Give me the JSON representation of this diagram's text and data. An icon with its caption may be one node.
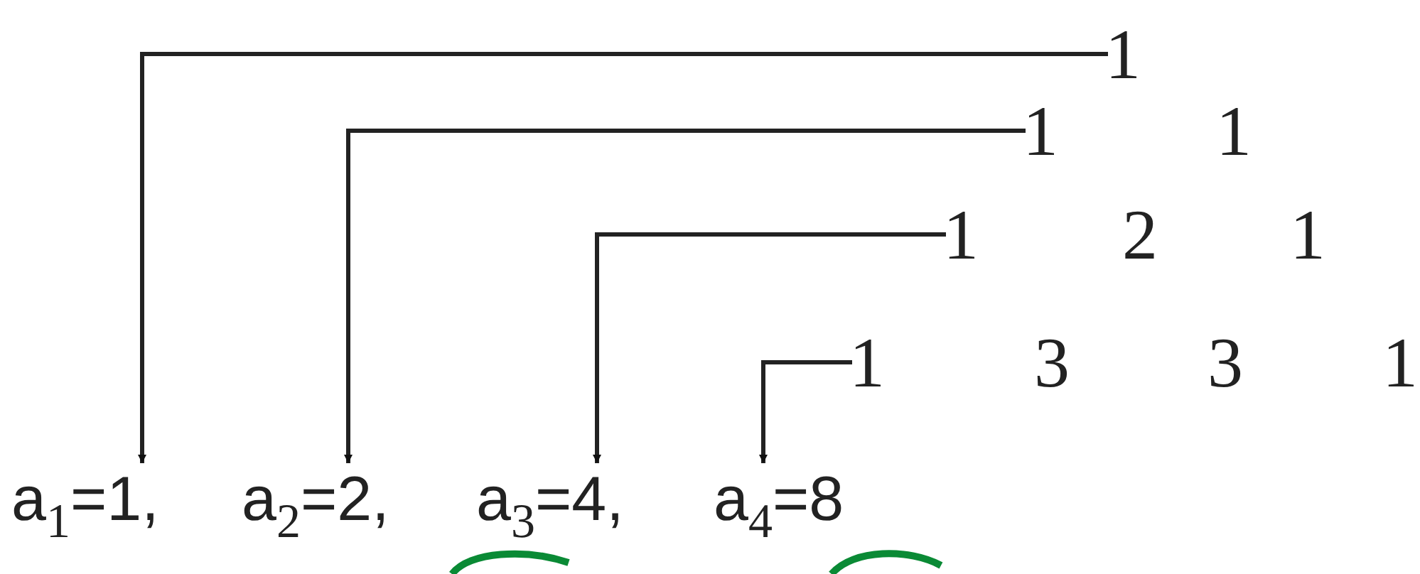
{
  "diagram": {
    "nodes": [
      {
        "text": [
          "1"
        ]
      },
      {
        "text": [
          "1"
        ]
      },
      {
        "text": [
          "1"
        ]
      },
      {
        "text": [
          "1"
        ]
      },
      {
        "text": [
          "a$_{1}$=1,"
        ]
      },
      {
        "text": [
          "a$_{2}$=2,"
        ]
      },
      {
        "text": [
          "a$_{3}$=4,"
        ]
      },
      {
        "text": [
          "a$_{4}$=8"
        ]
      }
    ],
    "edges": [
      {
        "from": 0,
        "to": 4,
        "arrow": "to"
      },
      {
        "from": 1,
        "to": 5,
        "arrow": "to"
      },
      {
        "from": 2,
        "to": 6,
        "arrow": "to"
      },
      {
        "from": 3,
        "to": 7,
        "arrow": "to"
      }
    ],
    "labels": [
      "1",
      "2",
      "1",
      "3",
      "3",
      "1"
    ]
  }
}
